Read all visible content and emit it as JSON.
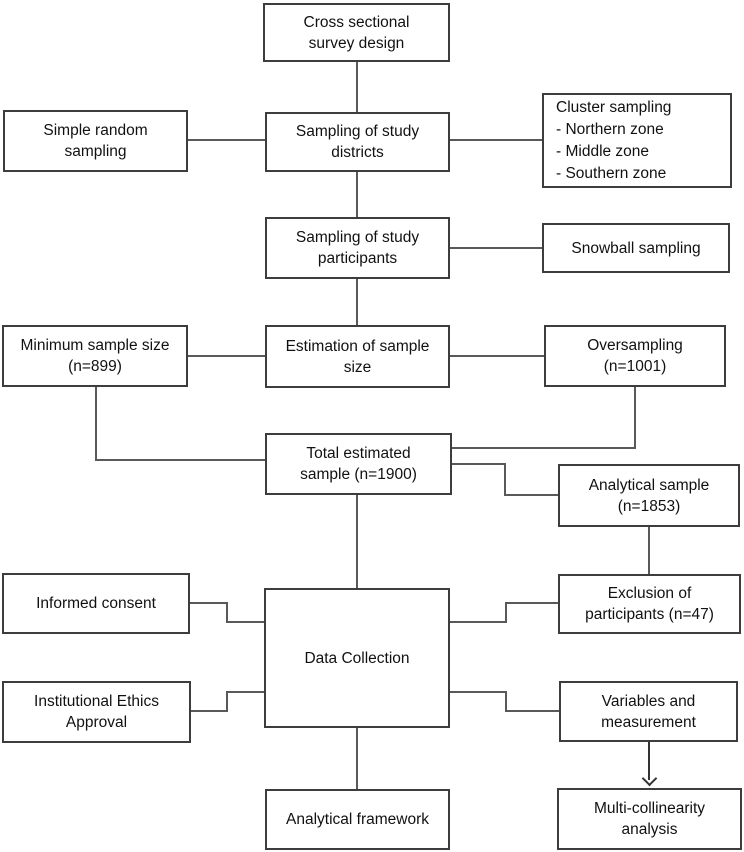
{
  "colors": {
    "box_border": "#3d3d3d",
    "connector_line": "#595959",
    "arrow": "#333333",
    "text": "#111111",
    "background": "#ffffff"
  },
  "nodes": {
    "cross_sectional": "Cross sectional\nsurvey design",
    "simple_random": "Simple random\nsampling",
    "sampling_districts": "Sampling of study\ndistricts",
    "cluster_sampling": "Cluster sampling\n- Northern zone\n- Middle zone\n- Southern zone",
    "sampling_participants": "Sampling of study\nparticipants",
    "snowball": "Snowball sampling",
    "minimum_sample": "Minimum sample size\n(n=899)",
    "estimation": "Estimation of sample\nsize",
    "oversampling": "Oversampling\n(n=1001)",
    "total_sample": "Total estimated\nsample (n=1900)",
    "analytical_sample": "Analytical sample\n(n=1853)",
    "informed_consent": "Informed consent",
    "data_collection": "Data Collection",
    "exclusion": "Exclusion of\nparticipants (n=47)",
    "institutional_ethics": "Institutional Ethics\nApproval",
    "variables": "Variables and\nmeasurement",
    "analytical_framework": "Analytical framework",
    "multi_collinearity": "Multi-collinearity\nanalysis"
  }
}
